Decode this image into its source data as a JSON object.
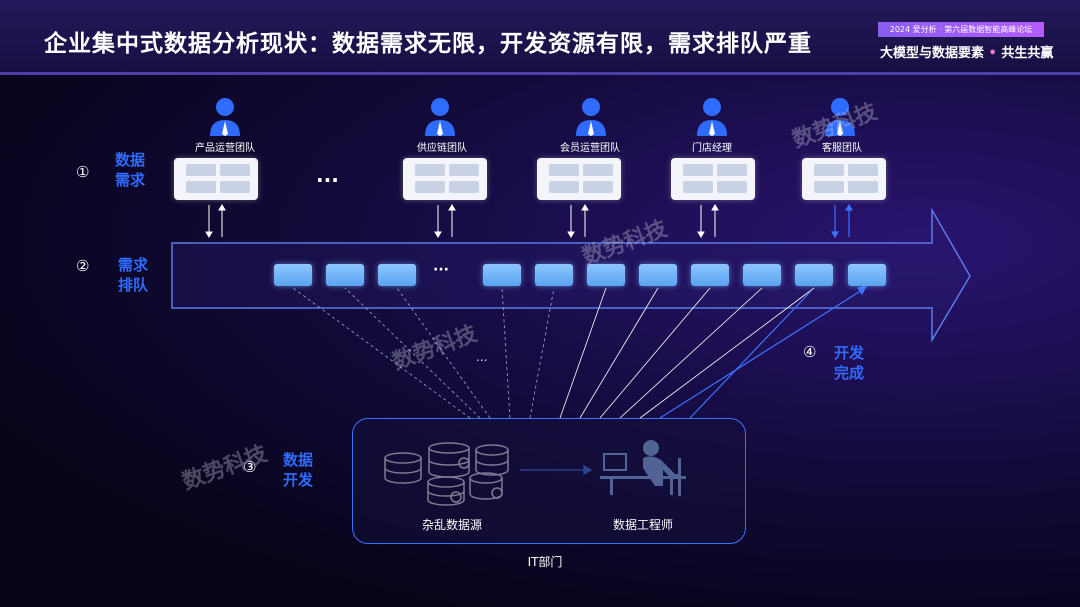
{
  "header": {
    "title": "企业集中式数据分析现状：数据需求无限，开发资源有限，需求排队严重",
    "event_badge": "2024 爱分析 · 第六届数据智能高峰论坛",
    "event_slogan_main": "大模型与数据要素",
    "event_slogan_dot": "•",
    "event_slogan_tail": "共生共赢"
  },
  "teams": [
    {
      "label": "产品运营团队"
    },
    {
      "label": "供应链团队"
    },
    {
      "label": "会员运营团队"
    },
    {
      "label": "门店经理"
    },
    {
      "label": "客服团队"
    }
  ],
  "ellipsis": "···",
  "small_ellipsis": "...",
  "steps": {
    "s1": {
      "num": "①",
      "label": "数据需求"
    },
    "s2": {
      "num": "②",
      "label": "需求排队"
    },
    "s3": {
      "num": "③",
      "label": "数据开发"
    },
    "s4": {
      "num": "④",
      "label": "开发完成"
    }
  },
  "it": {
    "source_label": "杂乱数据源",
    "engineer_label": "数据工程师",
    "dept_label": "IT部门"
  },
  "watermark": "数势科技",
  "colors": {
    "accent": "#2f6bff",
    "queue": "#6fb3f5",
    "arrow_border": "#5a7be8"
  }
}
